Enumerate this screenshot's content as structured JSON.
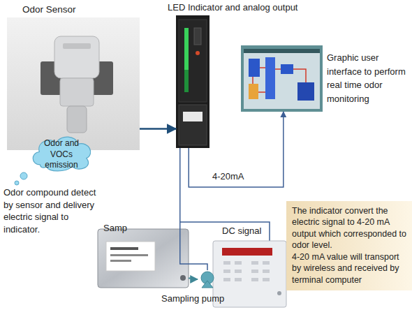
{
  "diagram": {
    "nodes": [
      {
        "text": [
          "Odor Sensor"
        ]
      },
      {
        "text": [
          "LED Indicator and analog output"
        ]
      },
      {
        "text": [
          "Graphic user interface to perform real time odor monitoring"
        ]
      },
      {
        "text": [
          "Odor and VOCs emission"
        ]
      },
      {
        "text": [
          "The indicator convert the electric signal to 4-20 mA output which corresponded to odor level.",
          "4-20 mA value will transport by wireless and received by terminal computer"
        ]
      },
      {
        "text": [
          "Samp"
        ]
      },
      {
        "text": [
          "Sampling pump"
        ]
      }
    ],
    "edges": [
      {
        "from": 0,
        "to": 1,
        "arrow": "to"
      },
      {
        "from": 1,
        "to": 2,
        "label": "4-20mA",
        "arrow": "to"
      },
      {
        "from": 1,
        "to": 6,
        "arrow": "none"
      },
      {
        "from": 5,
        "to": 6,
        "arrow": "to"
      }
    ],
    "labels": [
      "DC signal",
      "Odor compound detect by sensor and delivery electric signal to indicator."
    ]
  }
}
